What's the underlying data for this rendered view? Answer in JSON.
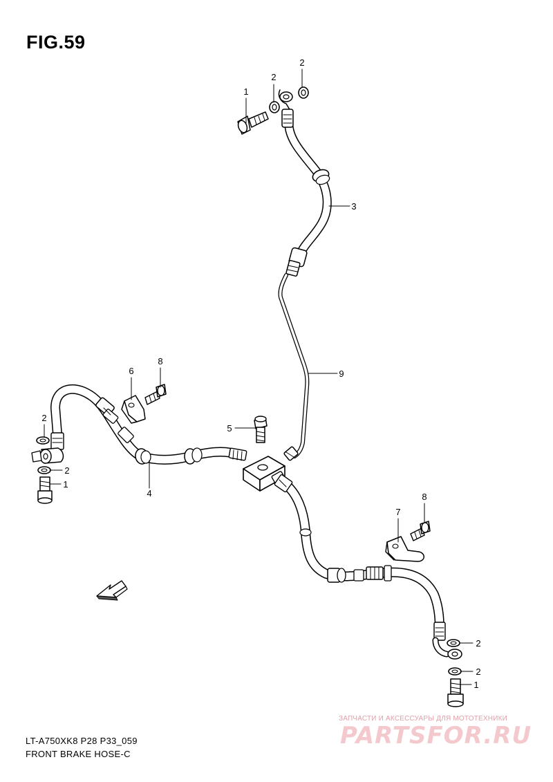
{
  "figure": {
    "title": "FIG.59",
    "model_code": "LT-A750XK8 P28 P33_059",
    "part_name": "FRONT BRAKE  HOSE-C"
  },
  "callouts": [
    {
      "id": "c-top-bolt",
      "number": "1"
    },
    {
      "id": "c-top-washer-a",
      "number": "2"
    },
    {
      "id": "c-top-washer-b",
      "number": "2"
    },
    {
      "id": "c-upper-hose",
      "number": "3"
    },
    {
      "id": "c-brake-pipe",
      "number": "9"
    },
    {
      "id": "c-clamp-left",
      "number": "6"
    },
    {
      "id": "c-clamp-left-bolt",
      "number": "8"
    },
    {
      "id": "c-joint-bolt",
      "number": "5"
    },
    {
      "id": "c-left-washer-a",
      "number": "2"
    },
    {
      "id": "c-left-washer-b",
      "number": "2"
    },
    {
      "id": "c-left-bolt",
      "number": "1"
    },
    {
      "id": "c-left-hose",
      "number": "4"
    },
    {
      "id": "c-clamp-right",
      "number": "7"
    },
    {
      "id": "c-clamp-right-bolt",
      "number": "8"
    },
    {
      "id": "c-right-washer-a",
      "number": "2"
    },
    {
      "id": "c-right-washer-b",
      "number": "2"
    },
    {
      "id": "c-right-bolt",
      "number": "1"
    }
  ],
  "direction_arrow": {
    "label": "FWD"
  },
  "watermark": {
    "tagline": "ЗАПЧАСТИ И АКСЕССУАРЫ ДЛЯ МОТОТЕХНИКИ",
    "logo": "PARTSFOR.RU"
  }
}
